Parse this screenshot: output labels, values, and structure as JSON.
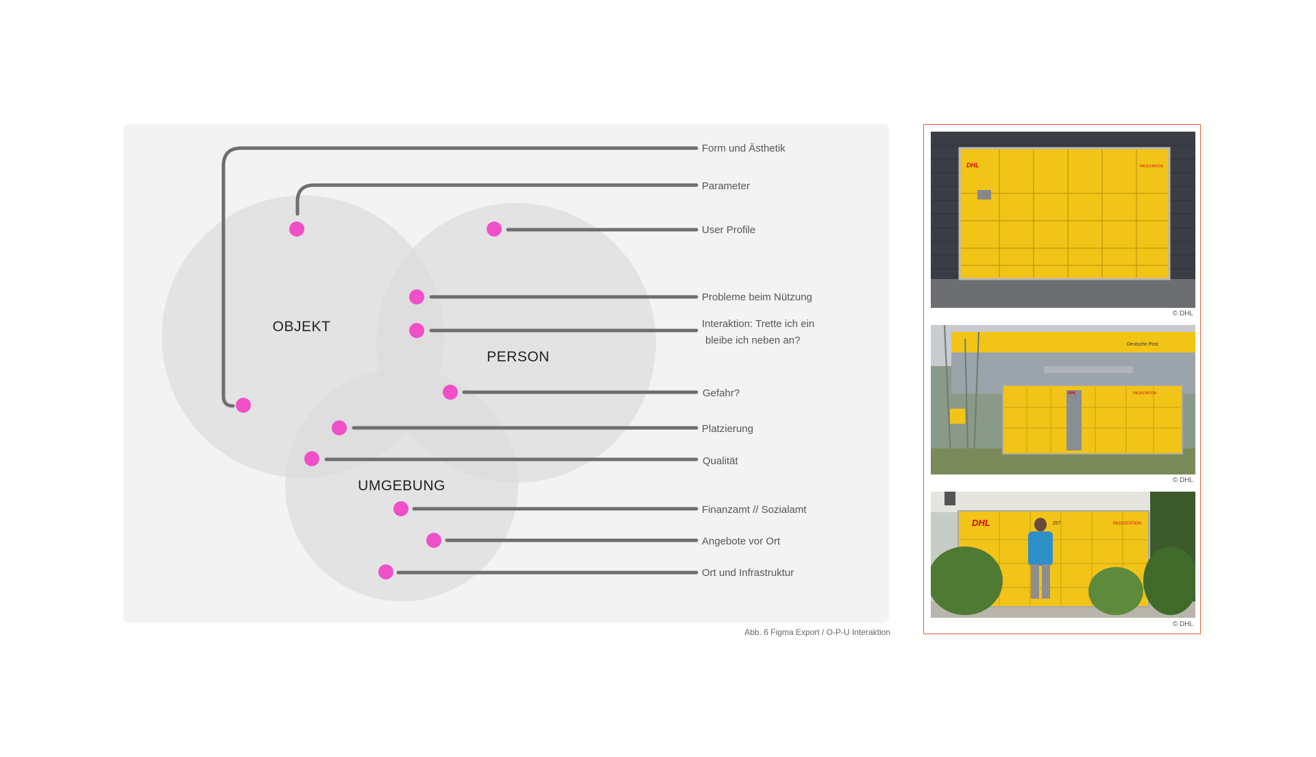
{
  "circles": [
    {
      "id": "objekt",
      "label": "OBJEKT"
    },
    {
      "id": "person",
      "label": "PERSON"
    },
    {
      "id": "umgebung",
      "label": "UMGEBUNG"
    }
  ],
  "items": [
    {
      "label": "Form und Ästhetik"
    },
    {
      "label": "Parameter"
    },
    {
      "label": "User Profile"
    },
    {
      "label": "Probleme beim Nützung"
    },
    {
      "label": "Interaktion: Trette ich ein",
      "label2": "bleibe ich neben an?"
    },
    {
      "label": "Gefahr?"
    },
    {
      "label": "Platzierung"
    },
    {
      "label": "Qualität"
    },
    {
      "label": "Finanzamt // Sozialamt"
    },
    {
      "label": "Angebote vor Ort"
    },
    {
      "label": "Ort und Infrastruktur"
    }
  ],
  "caption": "Abb. 6 Figma Export / O-P-U Interaktion",
  "photos": [
    {
      "credit": "© DHL",
      "brand": "DHL",
      "sign": "PACKSTATION",
      "description_icon": "packstation-wall-photo"
    },
    {
      "credit": "© DHL",
      "brand": "DHL",
      "sign": "PACKSTATION",
      "sign2": "Deutsche Post",
      "description_icon": "packstation-street-photo"
    },
    {
      "credit": "© DHL",
      "brand": "DHL",
      "sign": "PACKSTATION",
      "number": "257",
      "description_icon": "packstation-person-photo"
    }
  ],
  "colors": {
    "dot": "#f04fc8",
    "line": "#6e6e6e",
    "circle": "#e0e0e0",
    "panel": "#f3f3f3",
    "frame": "#e3613f",
    "dhl_yellow": "#f2c418",
    "dhl_red": "#d40511"
  }
}
